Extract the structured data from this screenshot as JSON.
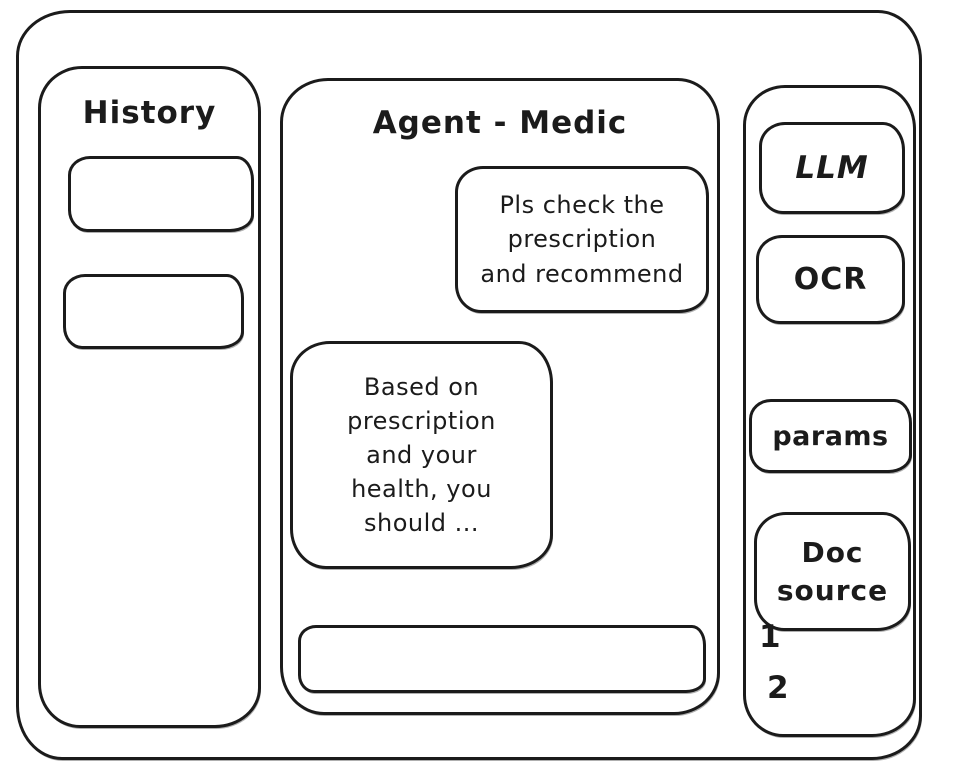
{
  "colors": {
    "ink": "#1b1b1b",
    "background": "#ffffff"
  },
  "history_panel": {
    "title": "History",
    "items": [
      {
        "label": ""
      },
      {
        "label": ""
      }
    ]
  },
  "chat": {
    "title": "Agent - Medic",
    "messages": [
      {
        "role": "user",
        "text": "Pls check the\nprescription\nand recommend"
      },
      {
        "role": "assistant",
        "text": "Based on\nprescription\nand your\nhealth, you\nshould ..."
      }
    ],
    "input": {
      "value": "",
      "placeholder": ""
    }
  },
  "tools_panel": {
    "buttons": [
      {
        "id": "llm",
        "label": "LLM"
      },
      {
        "id": "ocr",
        "label": "OCR"
      },
      {
        "id": "params",
        "label": "params"
      },
      {
        "id": "doc-source",
        "label": "Doc source"
      }
    ],
    "doc_source_items": [
      "1",
      "2"
    ]
  }
}
